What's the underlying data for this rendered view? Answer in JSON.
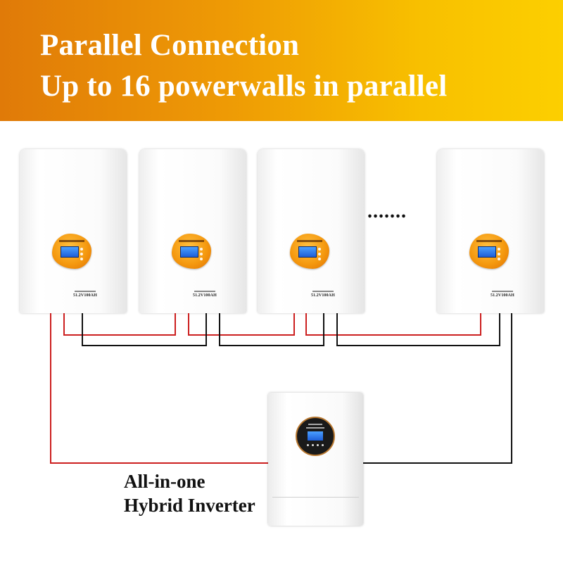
{
  "header": {
    "title": "Parallel Connection",
    "subtitle": "Up to 16 powerwalls in parallel",
    "gradient_start": "#e07a08",
    "gradient_end": "#fccf00"
  },
  "batteries": [
    {
      "spec": "51.2V100AH"
    },
    {
      "spec": "51.2V100AH"
    },
    {
      "spec": "51.2V100AH"
    },
    {
      "spec": "51.2V100AH"
    }
  ],
  "ellipsis": ".......",
  "inverter": {
    "label_line1": "All-in-one",
    "label_line2": "Hybrid Inverter"
  },
  "wire_colors": {
    "positive": "#cc1f1f",
    "negative": "#111111"
  }
}
